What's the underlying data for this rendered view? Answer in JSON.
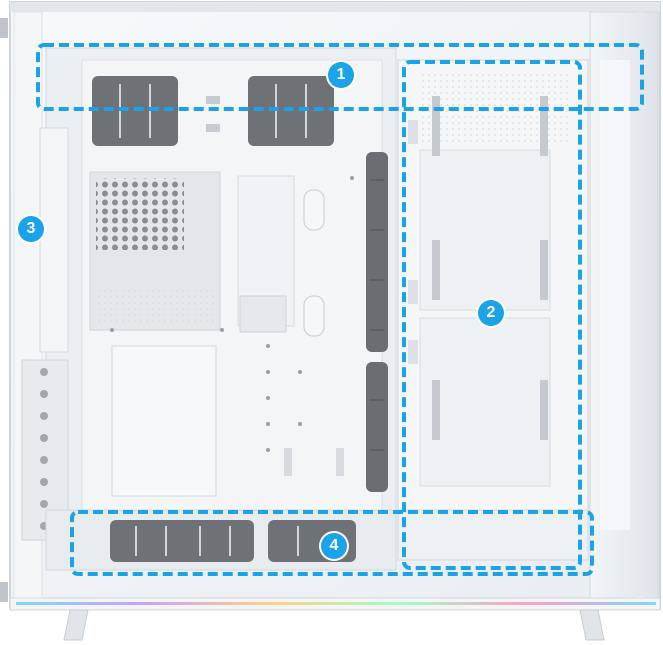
{
  "colors": {
    "accent": "#1aa3e8",
    "panel": "#eef0f3",
    "frame": "#d9dde2",
    "cutout": "#6b6e72",
    "rgb_strip": [
      "#7fd7ff",
      "#c9a2ff",
      "#ffd27f",
      "#9effc8",
      "#ff9ec4",
      "#7fd7ff"
    ]
  },
  "markers": [
    {
      "label": "1"
    },
    {
      "label": "2"
    },
    {
      "label": "3"
    },
    {
      "label": "4"
    }
  ]
}
